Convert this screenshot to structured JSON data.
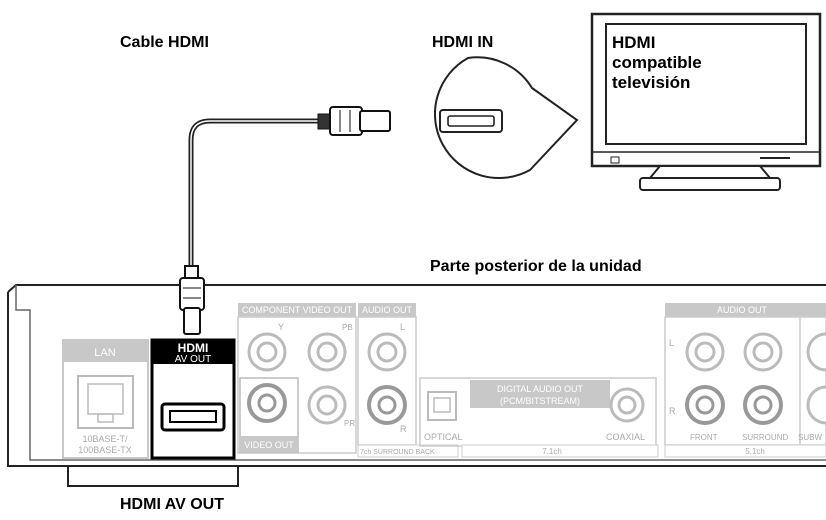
{
  "labels": {
    "cable_hdmi": "Cable HDMI",
    "hdmi_in": "HDMI IN",
    "tv_line1": "HDMI",
    "tv_line2": "compatible",
    "tv_line3": "televisión",
    "rear_panel": "Parte posterior de la unidad",
    "hdmi_av_out_caption": "HDMI AV OUT"
  },
  "panel": {
    "lan": "LAN",
    "lan_spec1": "10BASE-T/",
    "lan_spec2": "100BASE-TX",
    "hdmi_logo": "HDMI",
    "av_out": "AV OUT",
    "component_video_out": "COMPONENT VIDEO OUT",
    "y": "Y",
    "pb": "PB",
    "pr": "PR",
    "video_out": "VIDEO OUT",
    "audio_out_left": "AUDIO OUT",
    "l": "L",
    "r": "R",
    "surround_back": "7ch SURROUND BACK",
    "digital_audio_out1": "DIGITAL AUDIO OUT",
    "digital_audio_out2": "(PCM/BITSTREAM)",
    "optical": "OPTICAL",
    "coaxial": "COAXIAL",
    "ch71": "7.1ch",
    "audio_out_right": "AUDIO OUT",
    "front": "FRONT",
    "surround": "SURROUND",
    "subw": "SUBW",
    "ch51": "5.1ch"
  },
  "colors": {
    "line": "#1a1a1a",
    "panel_gray": "#c8c8c8",
    "hdmi_block": "#000000",
    "cable": "#2a2a2a"
  }
}
